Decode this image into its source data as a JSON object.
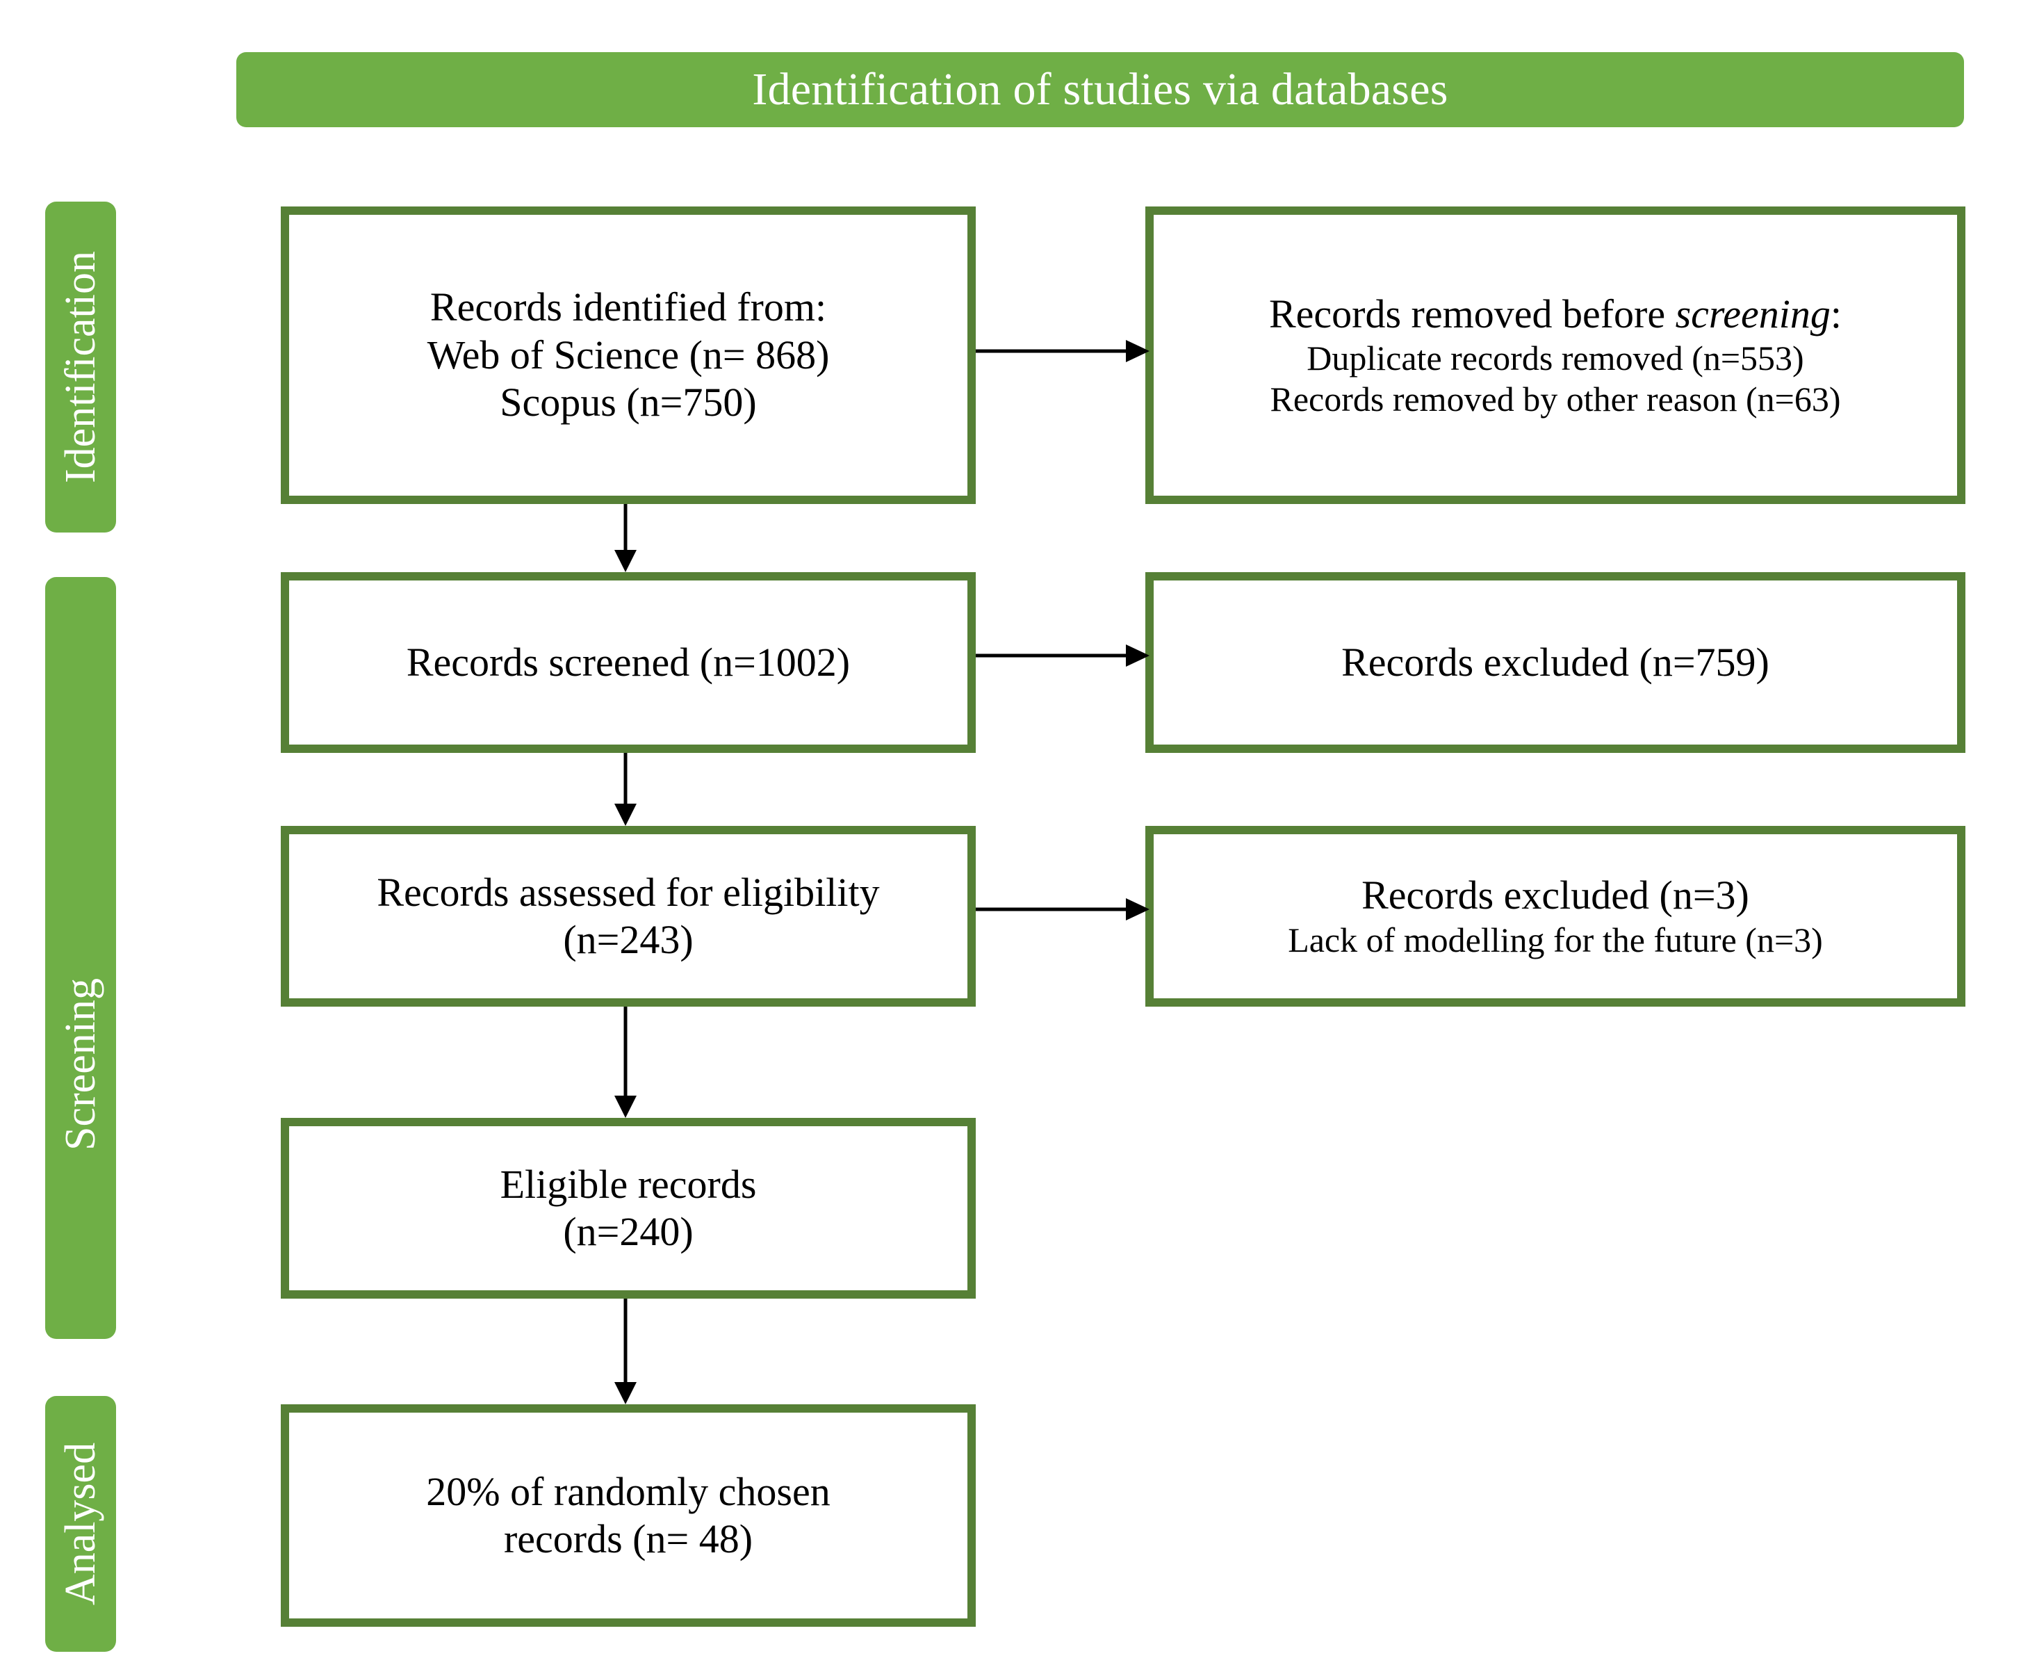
{
  "banner": {
    "title": "Identification of studies via databases",
    "background_color": "#6FAF46",
    "text_color": "#FFFFFF"
  },
  "stages": [
    {
      "id": "identification",
      "label": "Identification"
    },
    {
      "id": "screening",
      "label": "Screening"
    },
    {
      "id": "analysed",
      "label": "Analysed"
    }
  ],
  "colors": {
    "stage_green": "#6FAF46",
    "box_border_green": "#568036",
    "box_fill": "#FFFFFF",
    "text": "#000000",
    "connector": "#000000"
  },
  "boxes": {
    "identified": {
      "lines": [
        "Records identified from:",
        "Web of Science (n= 868)",
        "Scopus (n=750)"
      ]
    },
    "removed": {
      "heading_prefix": "Records removed before ",
      "heading_italic": "screening",
      "heading_suffix": ":",
      "lines": [
        "Duplicate records removed (n=553)",
        "Records removed by other reason (n=63)"
      ]
    },
    "screened": {
      "lines": [
        "Records screened (n=1002)"
      ]
    },
    "excluded_759": {
      "lines": [
        "Records excluded (n=759)"
      ]
    },
    "eligibility": {
      "lines": [
        "Records assessed for eligibility",
        "(n=243)"
      ]
    },
    "excluded_3": {
      "lines": [
        "Records excluded (n=3)"
      ],
      "sub_lines": [
        "Lack of modelling for the future (n=3)"
      ]
    },
    "eligible": {
      "lines": [
        "Eligible records",
        "(n=240)"
      ]
    },
    "analysed": {
      "lines": [
        "20% of randomly chosen",
        "records (n= 48)"
      ]
    }
  },
  "chart_data": {
    "type": "diagram",
    "title": "Identification of studies via databases",
    "nodes": [
      {
        "id": "identified",
        "stage": "Identification",
        "label": "Records identified from: Web of Science (n= 868); Scopus (n=750)",
        "values": {
          "web_of_science": 868,
          "scopus": 750
        }
      },
      {
        "id": "removed",
        "stage": "Identification",
        "label": "Records removed before screening: Duplicate records removed (n=553); Records removed by other reason (n=63)",
        "values": {
          "duplicates": 553,
          "other_reason": 63
        }
      },
      {
        "id": "screened",
        "stage": "Screening",
        "label": "Records screened (n=1002)",
        "values": {
          "n": 1002
        }
      },
      {
        "id": "excluded_759",
        "stage": "Screening",
        "label": "Records excluded (n=759)",
        "values": {
          "n": 759
        }
      },
      {
        "id": "eligibility",
        "stage": "Screening",
        "label": "Records assessed for eligibility (n=243)",
        "values": {
          "n": 243
        }
      },
      {
        "id": "excluded_3",
        "stage": "Screening",
        "label": "Records excluded (n=3); Lack of modelling for the future (n=3)",
        "values": {
          "n": 3,
          "lack_of_modelling": 3
        }
      },
      {
        "id": "eligible",
        "stage": "Screening",
        "label": "Eligible records (n=240)",
        "values": {
          "n": 240
        }
      },
      {
        "id": "analysed",
        "stage": "Analysed",
        "label": "20% of randomly chosen records (n= 48)",
        "values": {
          "n": 48,
          "percent": 20
        }
      }
    ],
    "edges": [
      {
        "from": "identified",
        "to": "removed",
        "direction": "right"
      },
      {
        "from": "identified",
        "to": "screened",
        "direction": "down"
      },
      {
        "from": "screened",
        "to": "excluded_759",
        "direction": "right"
      },
      {
        "from": "screened",
        "to": "eligibility",
        "direction": "down"
      },
      {
        "from": "eligibility",
        "to": "excluded_3",
        "direction": "right"
      },
      {
        "from": "eligibility",
        "to": "eligible",
        "direction": "down"
      },
      {
        "from": "eligible",
        "to": "analysed",
        "direction": "down"
      }
    ]
  }
}
